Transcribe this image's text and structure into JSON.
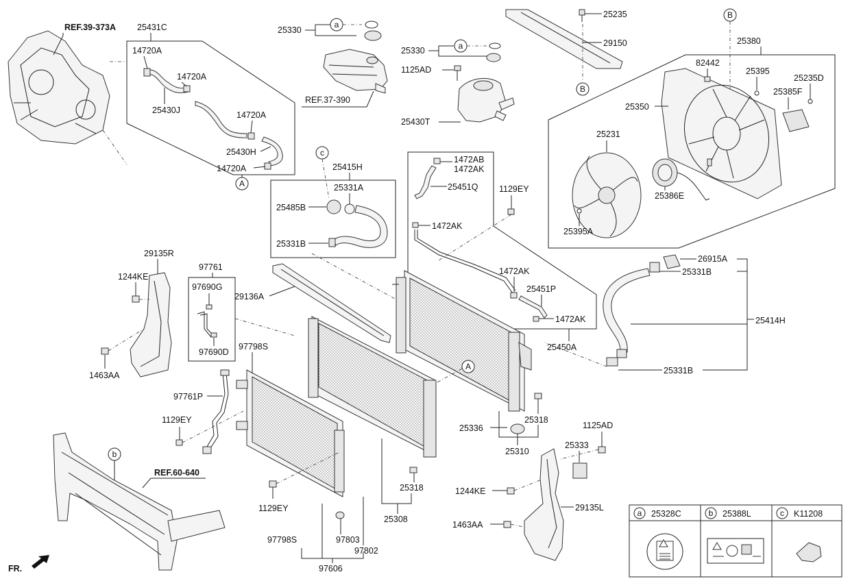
{
  "labels": {
    "ref_39_373a": "REF.39-373A",
    "p25431c": "25431C",
    "p14720a_1": "14720A",
    "p14720a_2": "14720A",
    "p25430j": "25430J",
    "p14720a_3": "14720A",
    "p25430h": "25430H",
    "p14720a_4": "14720A",
    "p25330_1": "25330",
    "ref_37_390": "REF.37-390",
    "p25330_2": "25330",
    "p1125ad_1": "1125AD",
    "p25430t": "25430T",
    "p25235": "25235",
    "p29150": "29150",
    "p25380": "25380",
    "p82442": "82442",
    "p25395": "25395",
    "p25235d": "25235D",
    "p25385f": "25385F",
    "p25350": "25350",
    "p25231": "25231",
    "p25386e": "25386E",
    "p25395a": "25395A",
    "p25415h": "25415H",
    "p25331a": "25331A",
    "p25485b": "25485B",
    "p25331b_1": "25331B",
    "p1472ab": "1472AB",
    "p1472ak_1": "1472AK",
    "p25451q": "25451Q",
    "p1472ak_2": "1472AK",
    "p1129ey_1": "1129EY",
    "p1472ak_3": "1472AK",
    "p25451p": "25451P",
    "p1472ak_4": "1472AK",
    "p25450a": "25450A",
    "p26915a": "26915A",
    "p25331b_2": "25331B",
    "p25414h": "25414H",
    "p25331b_3": "25331B",
    "p29135r": "29135R",
    "p1244ke_1": "1244KE",
    "p1463aa_1": "1463AA",
    "p97761": "97761",
    "p97690g": "97690G",
    "p97690d": "97690D",
    "p29136a": "29136A",
    "p97798s_1": "97798S",
    "p97761p": "97761P",
    "p1129ey_2": "1129EY",
    "p25336": "25336",
    "p25318_1": "25318",
    "p25310": "25310",
    "p1125ad_2": "1125AD",
    "p25333": "25333",
    "ref_60_640": "REF.60-640",
    "p1129ey_3": "1129EY",
    "p25318_2": "25318",
    "p25308": "25308",
    "p1244ke_2": "1244KE",
    "p29135l": "29135L",
    "p1463aa_2": "1463AA",
    "p97798s_2": "97798S",
    "p97803": "97803",
    "p97802": "97802",
    "p97606": "97606",
    "fr": "FR."
  },
  "callouts": {
    "a": "a",
    "b": "b",
    "c": "c",
    "A": "A",
    "B": "B"
  },
  "legend": {
    "a_code": "25328C",
    "b_code": "25388L",
    "c_code": "K11208"
  }
}
